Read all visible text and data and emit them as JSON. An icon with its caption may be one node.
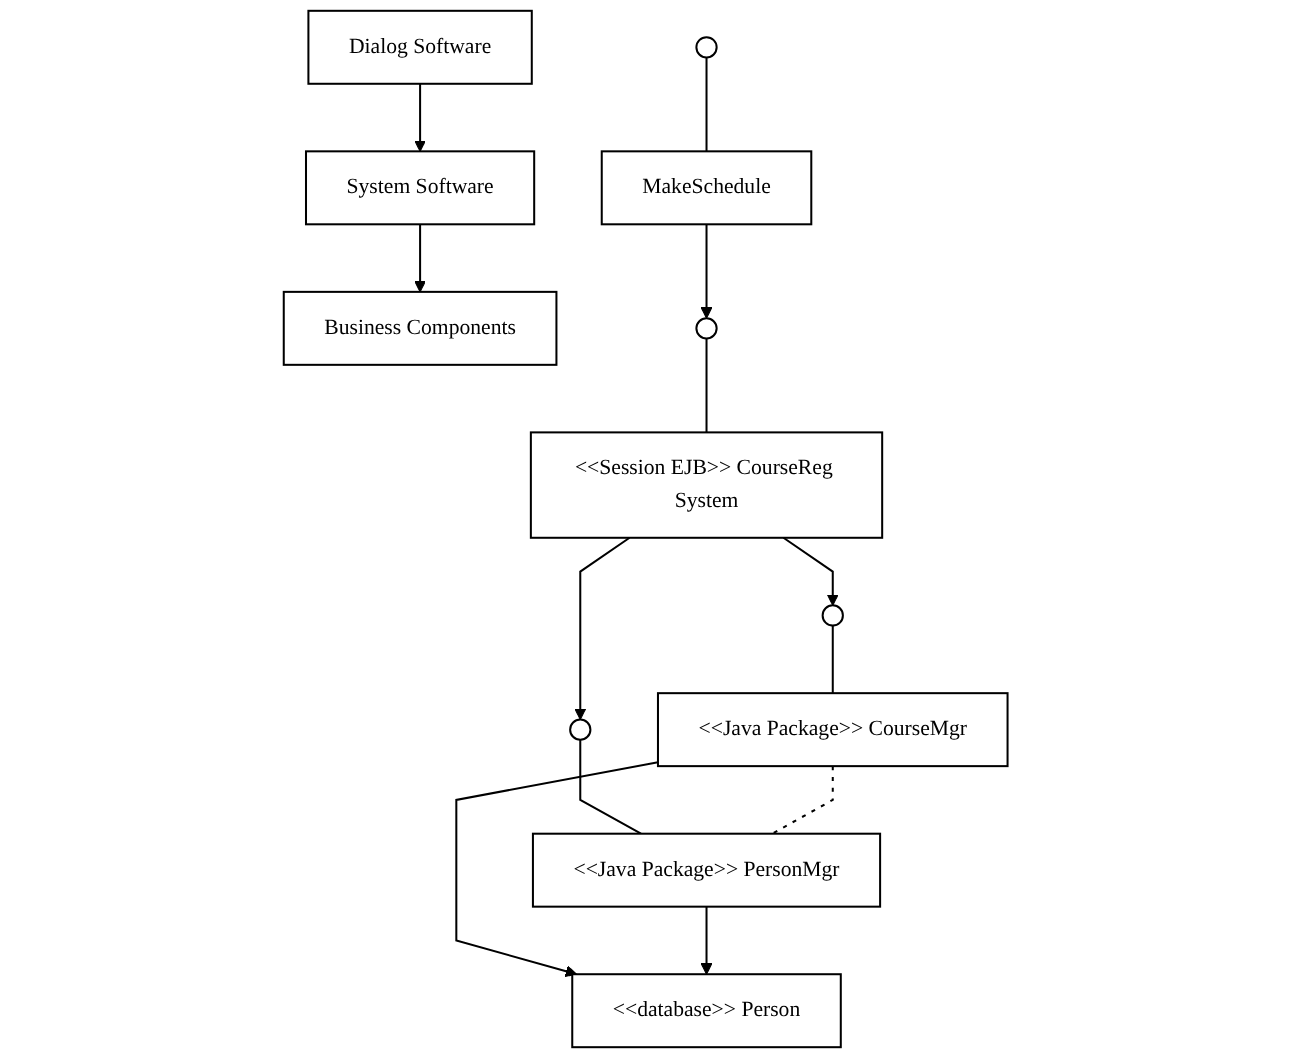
{
  "diagram": {
    "nodes": [
      {
        "text": [
          "Dialog Software"
        ]
      },
      {
        "text": [
          "System Software"
        ]
      },
      {
        "text": [
          "Business Components"
        ]
      },
      {
        "text": [],
        "shape": "circle"
      },
      {
        "text": [
          "MakeSchedule"
        ]
      },
      {
        "text": [],
        "shape": "circle"
      },
      {
        "text": [
          "<<Session EJB>> CourseReg System"
        ]
      },
      {
        "text": [],
        "shape": "circle"
      },
      {
        "text": [],
        "shape": "circle"
      },
      {
        "text": [
          "<<Java Package>> CourseMgr"
        ]
      },
      {
        "text": [
          "<<Java Package>> PersonMgr"
        ]
      },
      {
        "text": [
          "<<database>> Person"
        ]
      }
    ],
    "edges": [
      {
        "from": 0,
        "to": 1,
        "arrow": "to"
      },
      {
        "from": 1,
        "to": 2,
        "arrow": "to"
      },
      {
        "from": 3,
        "to": 4,
        "arrow": "none"
      },
      {
        "from": 4,
        "to": 5,
        "arrow": "to"
      },
      {
        "from": 5,
        "to": 6,
        "arrow": "none"
      },
      {
        "from": 6,
        "to": 7,
        "arrow": "to"
      },
      {
        "from": 6,
        "to": 8,
        "arrow": "to"
      },
      {
        "from": 7,
        "to": 9,
        "arrow": "none"
      },
      {
        "from": 8,
        "to": 10,
        "arrow": "none"
      },
      {
        "from": 9,
        "to": 10,
        "arrow": "none",
        "style": "dashed"
      },
      {
        "from": 9,
        "to": 11,
        "arrow": "to"
      },
      {
        "from": 10,
        "to": 11,
        "arrow": "to"
      }
    ]
  }
}
